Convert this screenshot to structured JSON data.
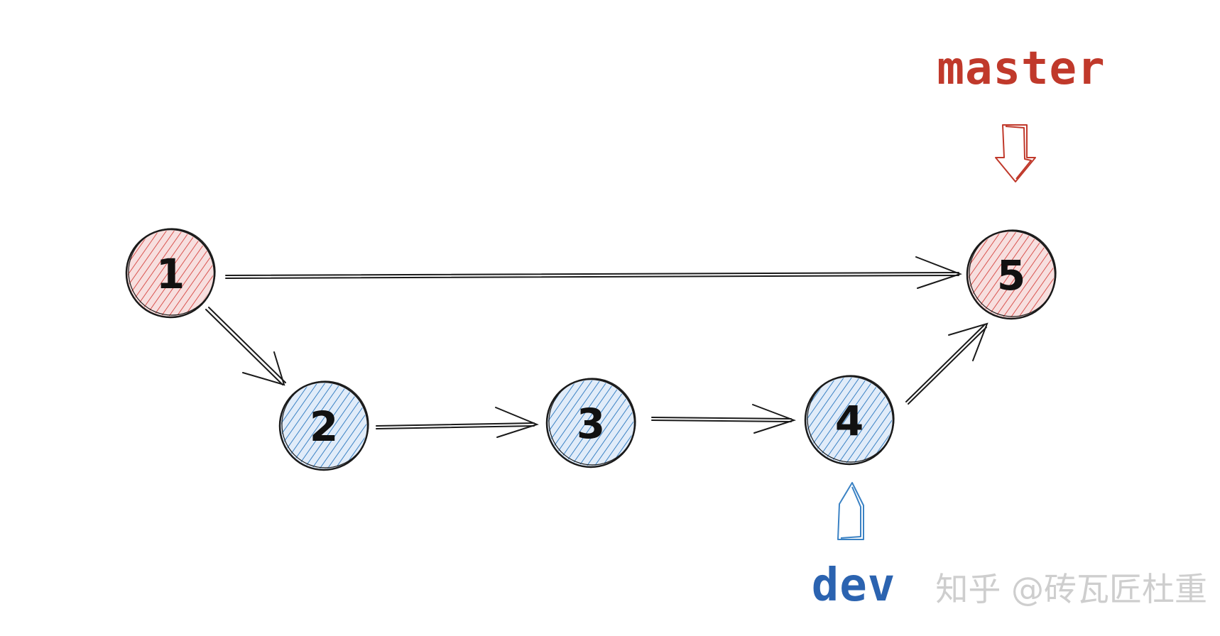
{
  "colors": {
    "red_fill": "#e8a4a4",
    "red_hatch": "#d9534f",
    "blue_fill": "#a9c9ee",
    "blue_hatch": "#3b82c4",
    "stroke": "#1a1a1a",
    "master_text": "#c0392b",
    "dev_text": "#2b63b0",
    "watermark": "#c9c9c9"
  },
  "nodes": [
    {
      "id": "1",
      "label": "1",
      "color": "red"
    },
    {
      "id": "2",
      "label": "2",
      "color": "blue"
    },
    {
      "id": "3",
      "label": "3",
      "color": "blue"
    },
    {
      "id": "4",
      "label": "4",
      "color": "blue"
    },
    {
      "id": "5",
      "label": "5",
      "color": "red"
    }
  ],
  "edges": [
    {
      "from": "1",
      "to": "5"
    },
    {
      "from": "1",
      "to": "2"
    },
    {
      "from": "2",
      "to": "3"
    },
    {
      "from": "3",
      "to": "4"
    },
    {
      "from": "4",
      "to": "5"
    }
  ],
  "branches": {
    "master": {
      "label": "master",
      "points_to": "5"
    },
    "dev": {
      "label": "dev",
      "points_to": "4"
    }
  },
  "watermark": {
    "text": "知乎 @砖瓦匠杜重"
  }
}
